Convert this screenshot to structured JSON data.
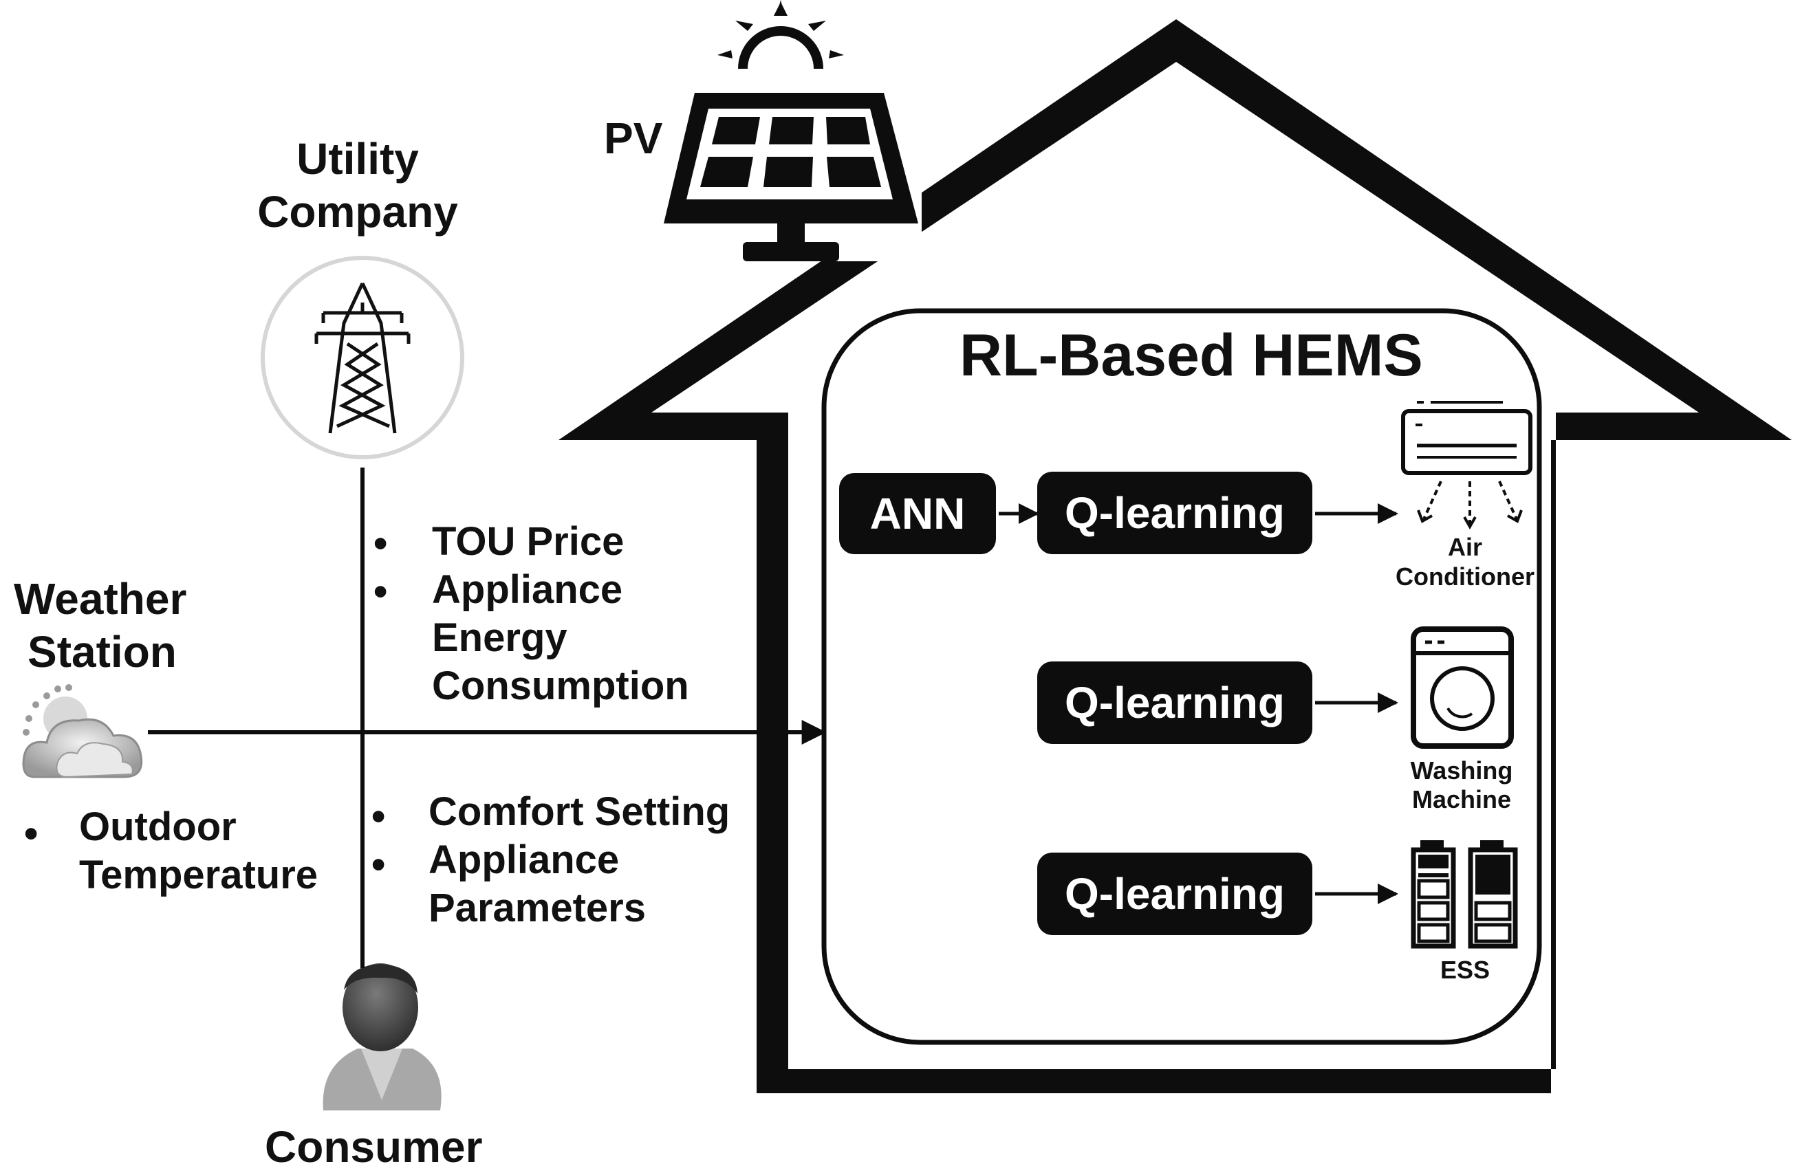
{
  "labels": {
    "pv": "PV",
    "utility_line1": "Utility",
    "utility_line2": "Company",
    "weather_line1": "Weather",
    "weather_line2": "Station",
    "consumer": "Consumer",
    "hems_title": "RL-Based HEMS"
  },
  "utility_info": [
    "TOU Price",
    "Appliance",
    "Energy",
    "Consumption"
  ],
  "weather_info": [
    "Outdoor",
    "Temperature"
  ],
  "consumer_info": [
    "Comfort Setting",
    "Appliance",
    "Parameters"
  ],
  "bullet": "•",
  "blocks": {
    "ann": "ANN",
    "q1": "Q-learning",
    "q2": "Q-learning",
    "q3": "Q-learning"
  },
  "appliances": {
    "ac_line1": "Air",
    "ac_line2": "Conditioner",
    "wm_line1": "Washing",
    "wm_line2": "Machine",
    "ess": "ESS"
  },
  "colors": {
    "ink": "#0d0d0d",
    "background": "#ffffff",
    "icon_gray": "#8a8a8a"
  },
  "icons": [
    "sun-icon",
    "solar-panel-icon",
    "transmission-tower-icon",
    "weather-cloud-icon",
    "consumer-person-icon",
    "air-conditioner-icon",
    "washing-machine-icon",
    "battery-icon"
  ]
}
